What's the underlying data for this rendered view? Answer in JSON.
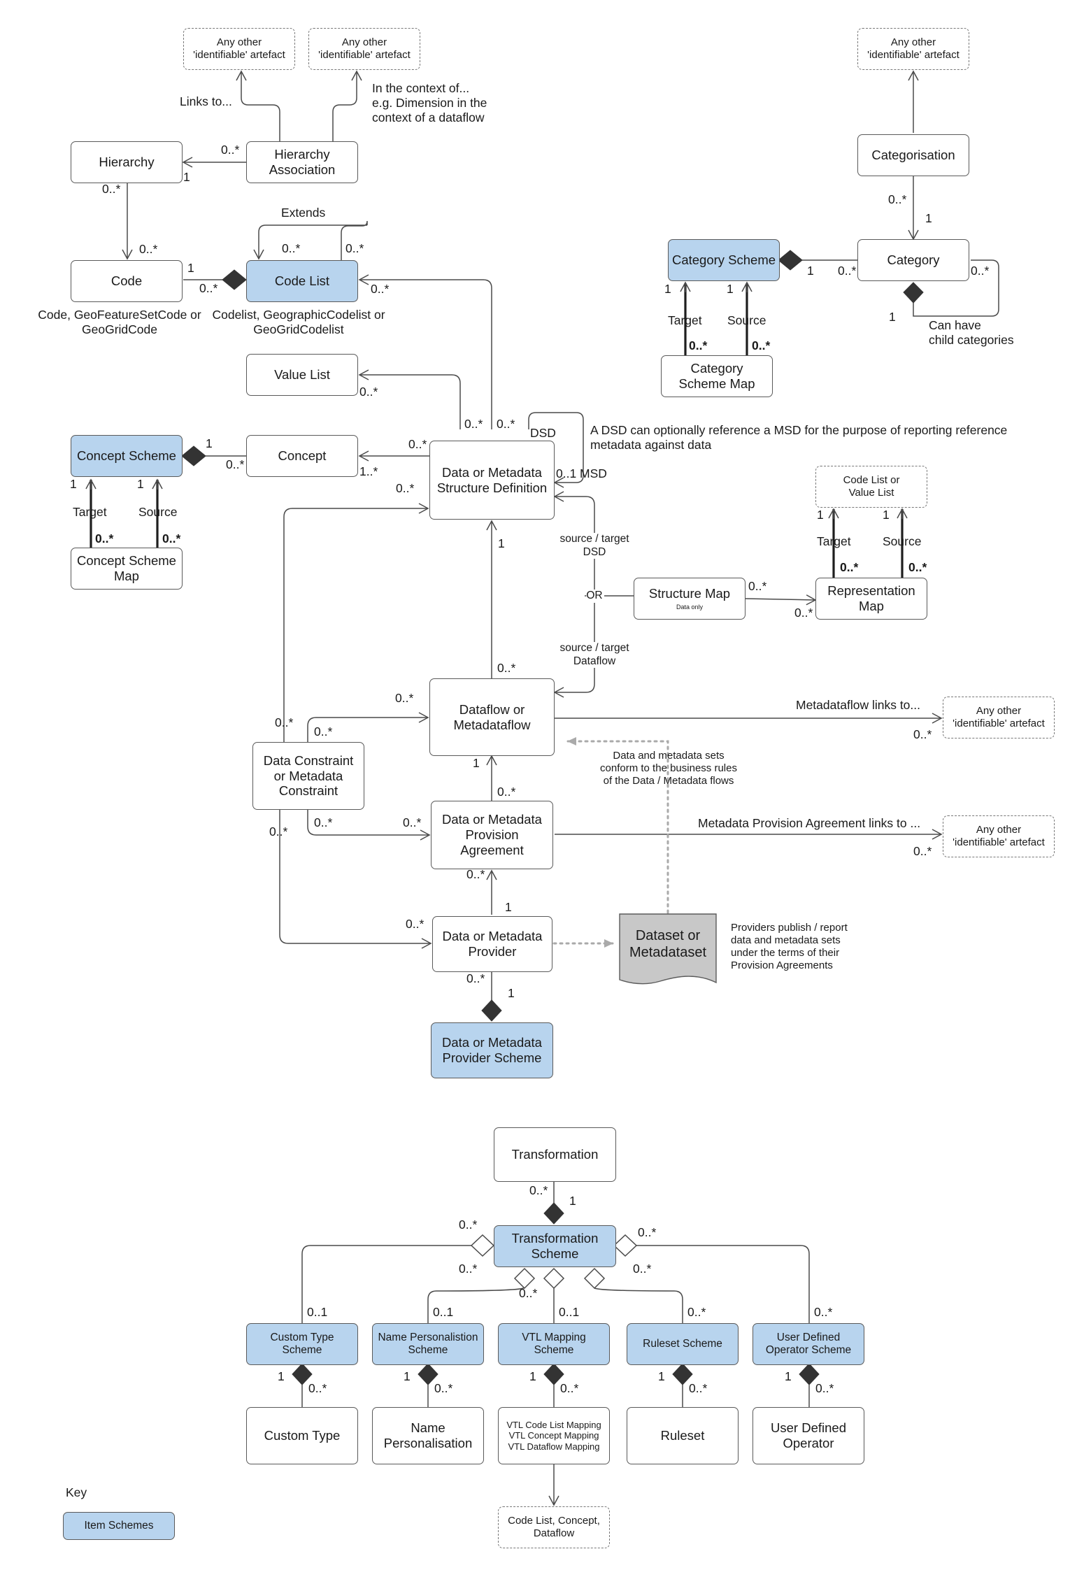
{
  "boxes": {
    "any_other_1": "Any other\n'identifiable' artefact",
    "any_other_2": "Any other\n'identifiable' artefact",
    "any_other_3": "Any other\n'identifiable' artefact",
    "any_other_4": "Any other\n'identifiable' artefact",
    "any_other_5": "Any other\n'identifiable' artefact",
    "hierarchy": "Hierarchy",
    "hierarchy_association": "Hierarchy\nAssociation",
    "code": "Code",
    "code_list": "Code List",
    "categorisation": "Categorisation",
    "category_scheme": "Category Scheme",
    "category": "Category",
    "category_scheme_map": "Category\nScheme Map",
    "value_list": "Value List",
    "concept_scheme": "Concept Scheme",
    "concept": "Concept",
    "concept_scheme_map": "Concept Scheme\nMap",
    "dsd": "Data or Metadata\nStructure Definition",
    "code_list_or_value_list": "Code List or\nValue List",
    "structure_map": "Structure Map",
    "structure_map_sub": "Data only",
    "representation_map": "Representation\nMap",
    "dataflow": "Dataflow or\nMetadataflow",
    "data_constraint": "Data Constraint\nor Metadata\nConstraint",
    "provision_agreement": "Data or Metadata\nProvision\nAgreement",
    "data_provider": "Data or Metadata\nProvider",
    "dataset": "Dataset or\nMetadataset",
    "provider_scheme": "Data  or Metadata\nProvider Scheme",
    "transformation": "Transformation",
    "transformation_scheme": "Transformation\nScheme",
    "custom_type_scheme": "Custom Type\nScheme",
    "name_personalisation_scheme": "Name Personalistion\nScheme",
    "vtl_mapping_scheme": "VTL Mapping\nScheme",
    "ruleset_scheme": "Ruleset Scheme",
    "user_defined_operator_scheme": "User Defined\nOperator Scheme",
    "custom_type": "Custom Type",
    "name_personalisation": "Name\nPersonalisation",
    "vtl_mappings": "VTL Code List Mapping\nVTL Concept Mapping\nVTL Dataflow Mapping",
    "ruleset": "Ruleset",
    "user_defined_operator": "User Defined\nOperator",
    "code_list_concept_dataflow": "Code List, Concept,\nDataflow",
    "key_item_schemes": "Item Schemes"
  },
  "labels": {
    "links_to": "Links to...",
    "in_the_context": "In the context of...\ne.g. Dimension in the\ncontext of a dataflow",
    "extends": "Extends",
    "code_note": "Code, GeoFeatureSetCode or\nGeoGridCode",
    "codelist_note": "Codelist, GeographicCodelist or\nGeoGridCodelist",
    "can_have_child": "Can have\nchild categories",
    "target": "Target",
    "source": "Source",
    "dsd_self": "DSD",
    "msd": "0..1 MSD",
    "dsd_msd_note": "A DSD can optionally reference a MSD for the purpose of reporting reference\nmetadata against data",
    "source_target_dsd": "source / target\nDSD",
    "or": "OR",
    "source_target_dataflow": "source / target\nDataflow",
    "metadataflow_links": "Metadataflow links to...",
    "conform_note": "Data and metadata sets\nconform to the business rules\nof the Data / Metadata flows",
    "mpa_links": "Metadata Provision Agreement links to ...",
    "providers_note": "Providers publish / report\ndata and metadata sets\nunder the terms of their\nProvision Agreements",
    "key": "Key",
    "m_0n": "0..*",
    "m_1": "1",
    "m_01": "0..1",
    "m_1n": "1..*"
  }
}
